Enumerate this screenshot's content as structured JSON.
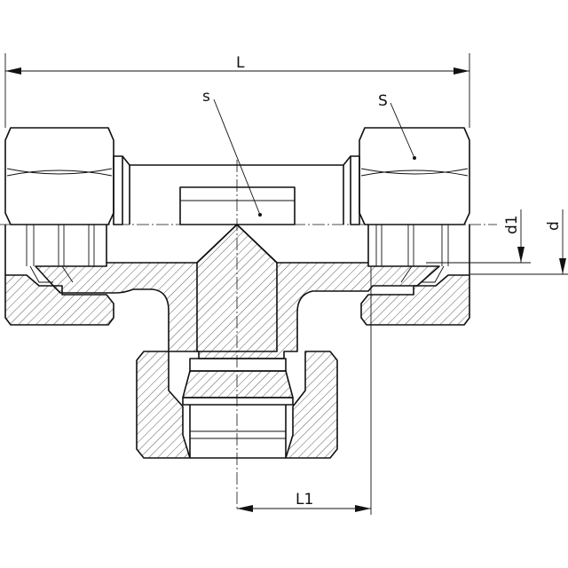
{
  "labels": {
    "L": "L",
    "L1": "L1",
    "s": "s",
    "S": "S",
    "d1": "d1",
    "d": "d"
  }
}
